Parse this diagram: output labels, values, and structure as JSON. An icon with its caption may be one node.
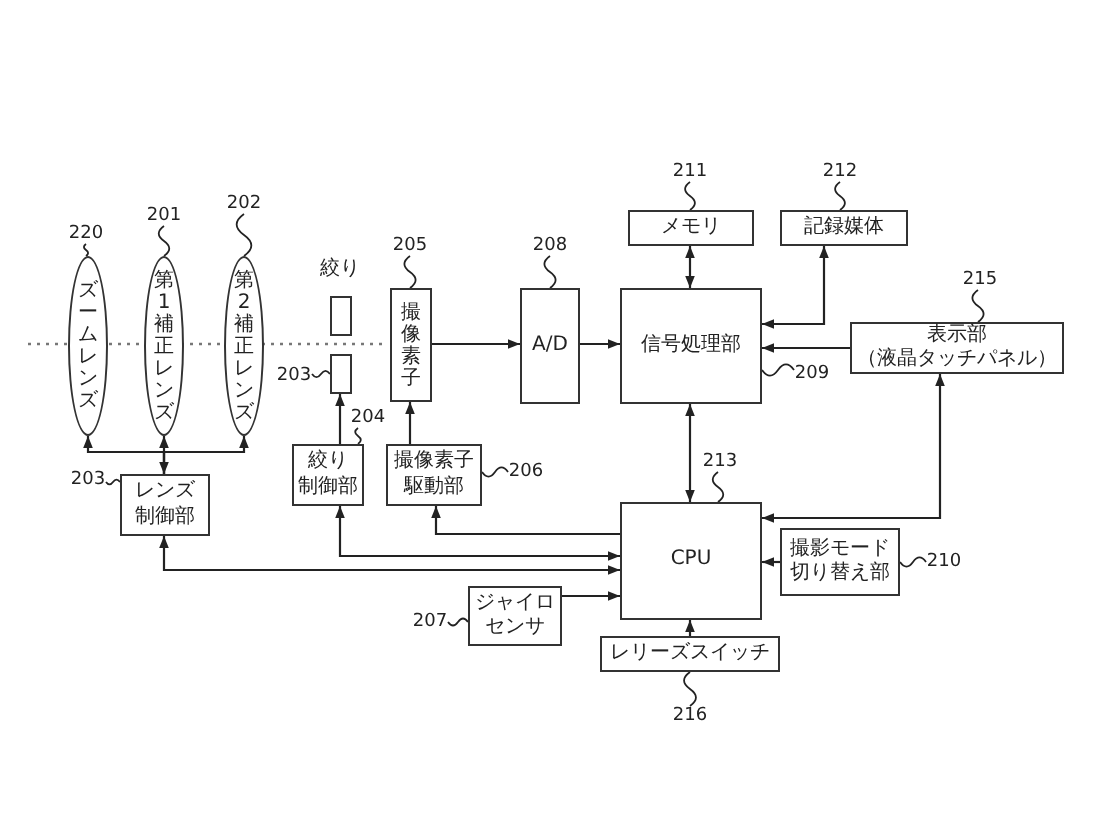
{
  "diagram": {
    "nodes": [
      {
        "text": [
          "ズームレンズ"
        ]
      },
      {
        "text": [
          "第1補正レンズ"
        ]
      },
      {
        "text": [
          "第2補正レンズ"
        ]
      },
      {
        "text": [],
        "shape": "box"
      },
      {
        "text": [],
        "shape": "box"
      },
      {
        "text": [
          "撮像素子"
        ]
      },
      {
        "text": [
          "A/D"
        ]
      },
      {
        "text": [
          "メモリ"
        ]
      },
      {
        "text": [
          "記録媒体"
        ]
      },
      {
        "text": [
          "信号処理部"
        ]
      },
      {
        "text": [
          "表示部",
          "（液晶タッチパネル）"
        ]
      },
      {
        "text": [
          "レンズ制御部"
        ]
      },
      {
        "text": [
          "絞り制御部"
        ]
      },
      {
        "text": [
          "撮像素子駆動部"
        ]
      },
      {
        "text": [
          "CPU"
        ]
      },
      {
        "text": [
          "撮影モード切り替え部"
        ]
      },
      {
        "text": [
          "ジャイロセンサ"
        ]
      },
      {
        "text": [
          "レリーズスイッチ"
        ]
      },
      {
        "text": [
          "220"
        ]
      },
      {
        "text": [
          "201"
        ]
      },
      {
        "text": [
          "202"
        ]
      },
      {
        "text": [
          "203"
        ]
      },
      {
        "text": [
          "205"
        ]
      },
      {
        "text": [
          "208"
        ]
      },
      {
        "text": [
          "211"
        ]
      },
      {
        "text": [
          "212"
        ]
      },
      {
        "text": [
          "209"
        ]
      },
      {
        "text": [
          "215"
        ]
      },
      {
        "text": [
          "203"
        ]
      },
      {
        "text": [
          "204"
        ]
      },
      {
        "text": [
          "206"
        ]
      },
      {
        "text": [
          "213"
        ]
      },
      {
        "text": [
          "210"
        ]
      },
      {
        "text": [
          "207"
        ]
      },
      {
        "text": [
          "216"
        ]
      }
    ],
    "edges": [
      {
        "from": 11,
        "to": 0,
        "arrow": "to"
      },
      {
        "from": 11,
        "to": 1,
        "arrow": "both"
      },
      {
        "from": 11,
        "to": 2,
        "arrow": "to"
      },
      {
        "from": 12,
        "to": 4,
        "arrow": "to"
      },
      {
        "from": 13,
        "to": 5,
        "arrow": "to"
      },
      {
        "from": 5,
        "to": 6,
        "arrow": "to"
      },
      {
        "from": 6,
        "to": 9,
        "arrow": "to"
      },
      {
        "from": 9,
        "to": 7,
        "arrow": "both"
      },
      {
        "from": 9,
        "to": 8,
        "arrow": "both"
      },
      {
        "from": 10,
        "to": 9,
        "arrow": "to"
      },
      {
        "from": 9,
        "to": 14,
        "arrow": "both"
      },
      {
        "from": 14,
        "to": 10,
        "arrow": "both"
      },
      {
        "from": 15,
        "to": 14,
        "arrow": "to"
      },
      {
        "from": 17,
        "to": 14,
        "arrow": "to"
      },
      {
        "from": 16,
        "to": 14,
        "arrow": "to"
      },
      {
        "from": 14,
        "to": 13,
        "arrow": "to"
      },
      {
        "from": 12,
        "to": 14,
        "arrow": "both"
      },
      {
        "from": 11,
        "to": 14,
        "arrow": "both"
      },
      {
        "from": 18,
        "to": 0,
        "arrow": "none"
      },
      {
        "from": 19,
        "to": 1,
        "arrow": "none"
      },
      {
        "from": 20,
        "to": 2,
        "arrow": "none"
      },
      {
        "from": 21,
        "to": 4,
        "arrow": "none"
      },
      {
        "from": 22,
        "to": 5,
        "arrow": "none"
      },
      {
        "from": 23,
        "to": 6,
        "arrow": "none"
      },
      {
        "from": 24,
        "to": 7,
        "arrow": "none"
      },
      {
        "from": 25,
        "to": 8,
        "arrow": "none"
      },
      {
        "from": 26,
        "to": 9,
        "arrow": "none"
      },
      {
        "from": 27,
        "to": 10,
        "arrow": "none"
      },
      {
        "from": 28,
        "to": 11,
        "arrow": "none"
      },
      {
        "from": 29,
        "to": 12,
        "arrow": "none"
      },
      {
        "from": 30,
        "to": 13,
        "arrow": "none"
      },
      {
        "from": 31,
        "to": 14,
        "arrow": "none"
      },
      {
        "from": 32,
        "to": 15,
        "arrow": "none"
      },
      {
        "from": 33,
        "to": 16,
        "arrow": "none"
      },
      {
        "from": 34,
        "to": 17,
        "arrow": "none"
      }
    ],
    "labels": [
      "絞り"
    ]
  }
}
